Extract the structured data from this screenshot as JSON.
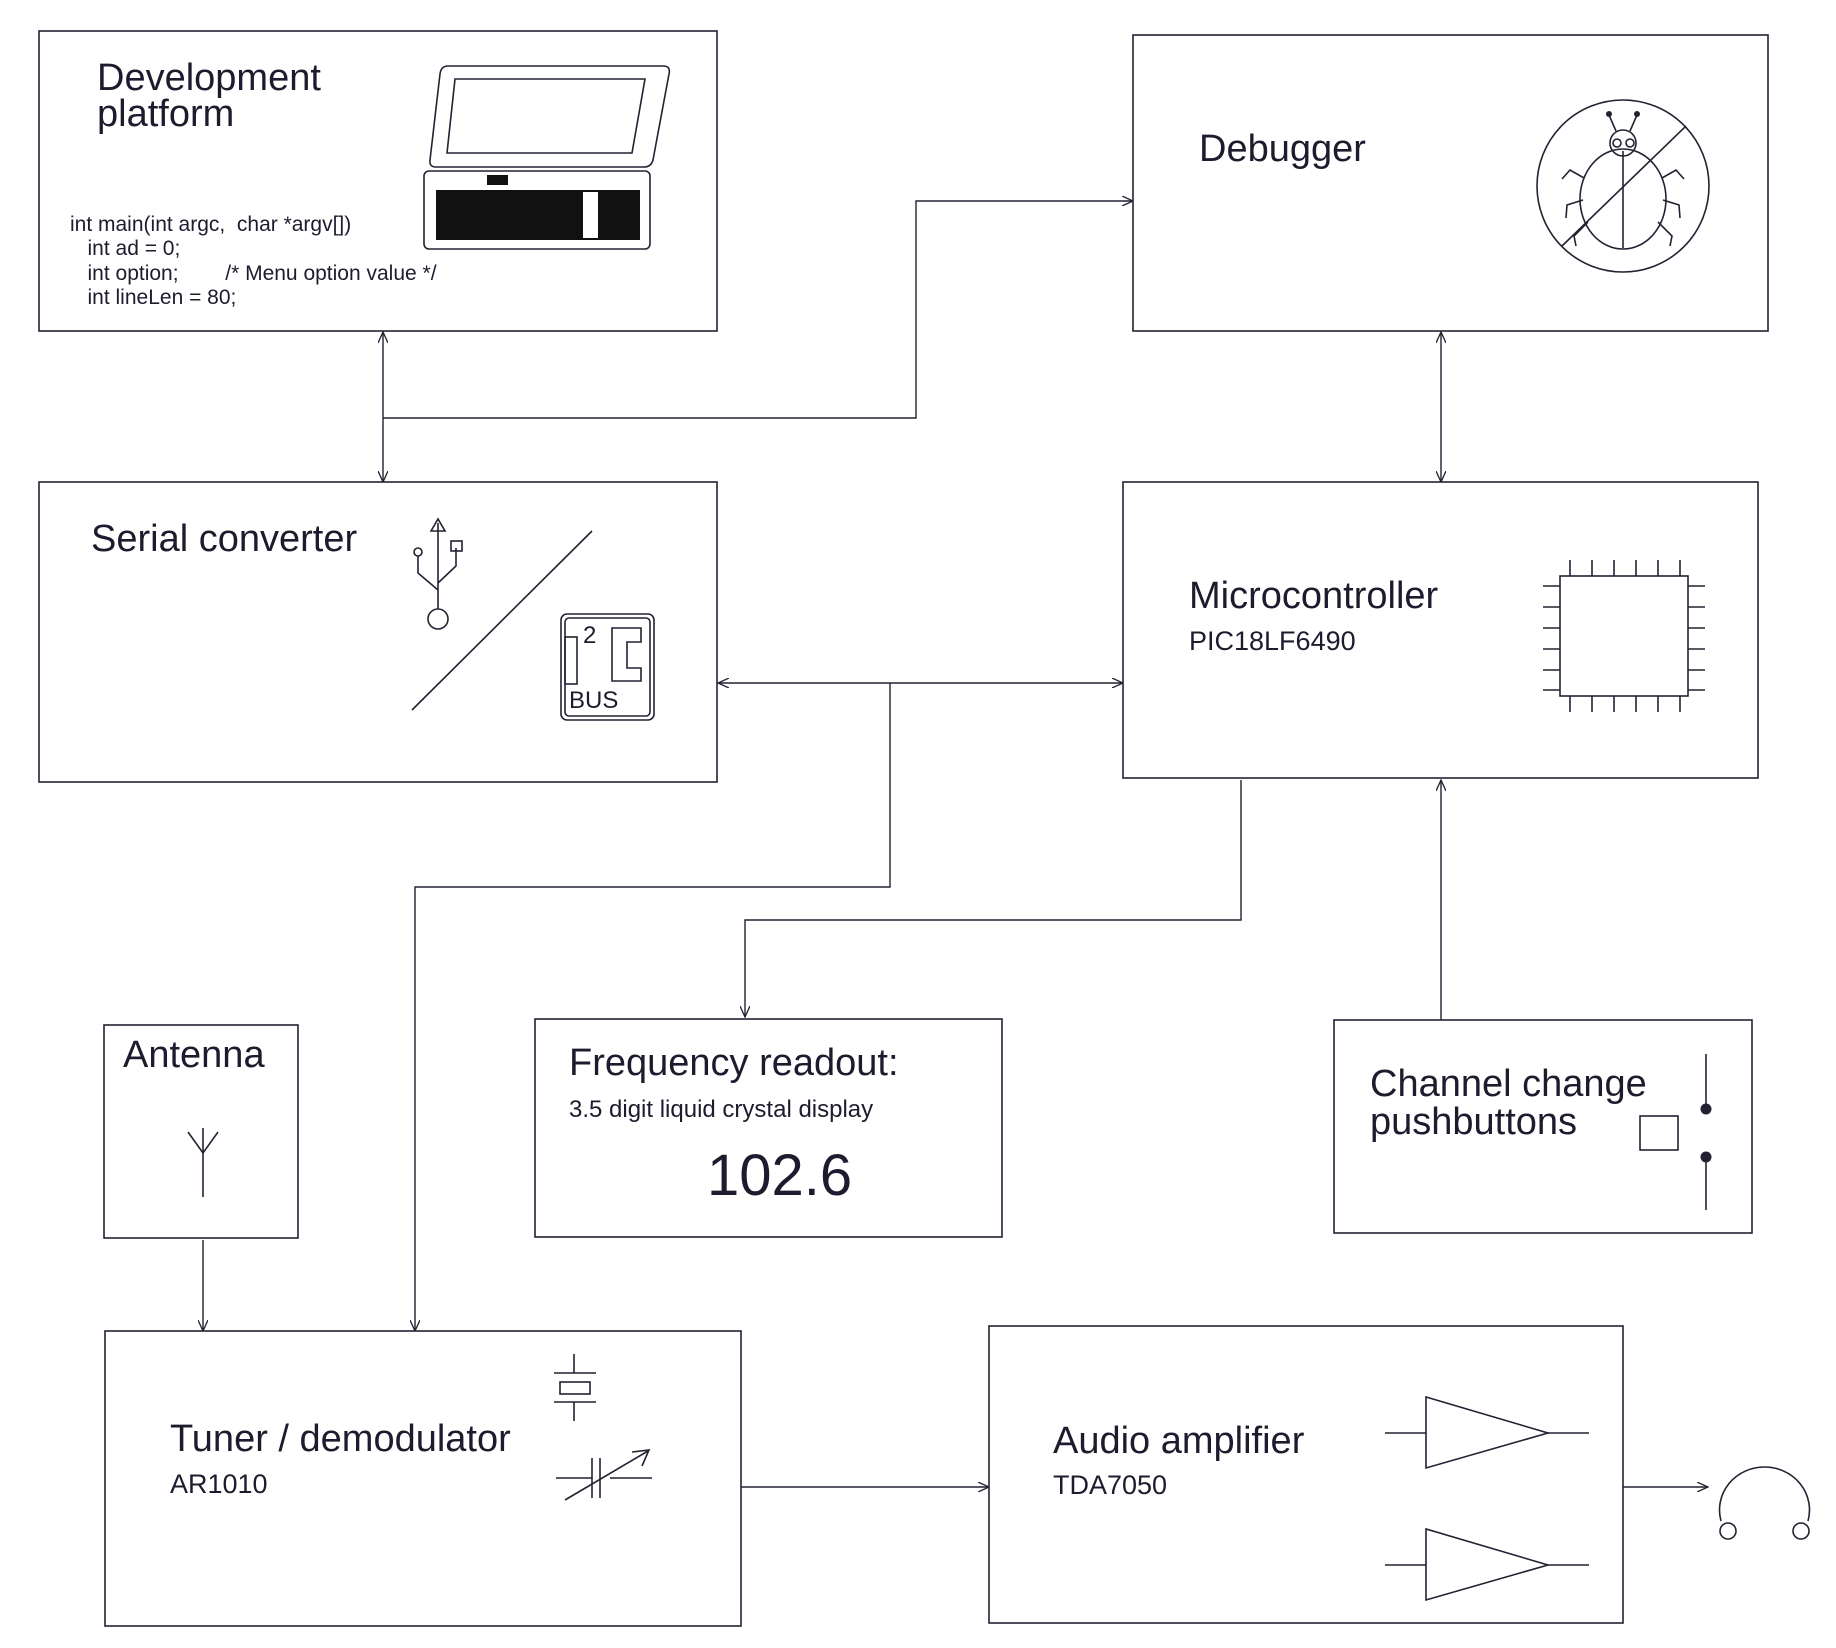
{
  "blocks": {
    "dev": {
      "title_1": "Development",
      "title_2": "platform",
      "code": [
        "int main(int argc,  char *argv[])",
        "   int ad = 0;",
        "   int option;        /* Menu option value */",
        "   int lineLen = 80;"
      ]
    },
    "debugger": {
      "title": "Debugger"
    },
    "serial": {
      "title": "Serial converter",
      "i2c_sup": "2",
      "i2c_bus": "BUS"
    },
    "mcu": {
      "title": "Microcontroller",
      "part": "PIC18LF6490"
    },
    "antenna": {
      "title": "Antenna"
    },
    "freq": {
      "title": "Frequency readout:",
      "subtitle": "3.5 digit liquid crystal display",
      "value": "102.6"
    },
    "buttons": {
      "title_1": "Channel change",
      "title_2": "pushbuttons"
    },
    "tuner": {
      "title": "Tuner / demodulator",
      "part": "AR1010"
    },
    "amp": {
      "title": "Audio amplifier",
      "part": "TDA7050"
    }
  },
  "icons": [
    "laptop-icon",
    "bug-icon",
    "usb-icon",
    "i2c-bus-icon",
    "chip-icon",
    "antenna-icon",
    "pushbutton-icon",
    "crystal-icon",
    "variable-capacitor-icon",
    "amplifier-icon",
    "headphones-icon"
  ]
}
